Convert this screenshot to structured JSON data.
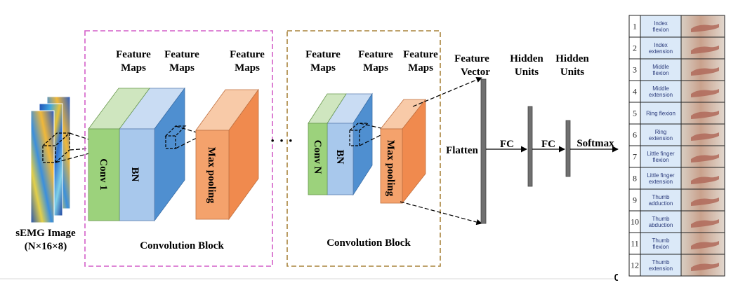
{
  "colors": {
    "block1_border": "#d45fc8",
    "block2_border": "#a8843c",
    "green": "#9cd27c",
    "blue_light": "#a8c8ec",
    "blue": "#5b9bd5",
    "orange": "#f4a26c",
    "layer_bar": "#707070",
    "table_label_bg": "#dbe9f8"
  },
  "input": {
    "title": "sEMG Image",
    "shape": "(N×16×8)"
  },
  "block1": {
    "caption": "Convolution Block",
    "header_1": [
      "Feature",
      "Maps"
    ],
    "header_2": [
      "Feature",
      "Maps"
    ],
    "header_3": [
      "Feature",
      "Maps"
    ],
    "conv_label": "Conv 1",
    "bn_label": "BN",
    "pool_label": "Max pooling"
  },
  "dots": "· · ·",
  "block2": {
    "caption": "Convolution Block",
    "header_1": [
      "Feature",
      "Maps"
    ],
    "header_2": [
      "Feature",
      "Maps"
    ],
    "header_3": [
      "Feature",
      "Maps"
    ],
    "conv_label": "Conv N",
    "bn_label": "BN",
    "pool_label": "Max pooling"
  },
  "head": {
    "vector_header": [
      "Feature",
      "Vector"
    ],
    "hidden1_header": [
      "Hidden",
      "Units"
    ],
    "hidden2_header": [
      "Hidden",
      "Units"
    ],
    "flatten": "Flatten",
    "fc1": "FC",
    "fc2": "FC",
    "softmax": "Softmax"
  },
  "gestures": [
    {
      "num": "1",
      "lines": [
        "Index",
        "flexion"
      ]
    },
    {
      "num": "2",
      "lines": [
        "Index",
        "extension"
      ]
    },
    {
      "num": "3",
      "lines": [
        "Middle",
        "flexion"
      ]
    },
    {
      "num": "4",
      "lines": [
        "Middle",
        "extension"
      ]
    },
    {
      "num": "5",
      "lines": [
        "Ring flexion"
      ]
    },
    {
      "num": "6",
      "lines": [
        "Ring",
        "extension"
      ]
    },
    {
      "num": "7",
      "lines": [
        "Little finger",
        "flexion"
      ]
    },
    {
      "num": "8",
      "lines": [
        "Little finger",
        "extension"
      ]
    },
    {
      "num": "9",
      "lines": [
        "Thumb",
        "adduction"
      ]
    },
    {
      "num": "10",
      "lines": [
        "Thumb",
        "abduction"
      ]
    },
    {
      "num": "11",
      "lines": [
        "Thumb",
        "flexion"
      ]
    },
    {
      "num": "12",
      "lines": [
        "Thumb",
        "extension"
      ]
    }
  ]
}
